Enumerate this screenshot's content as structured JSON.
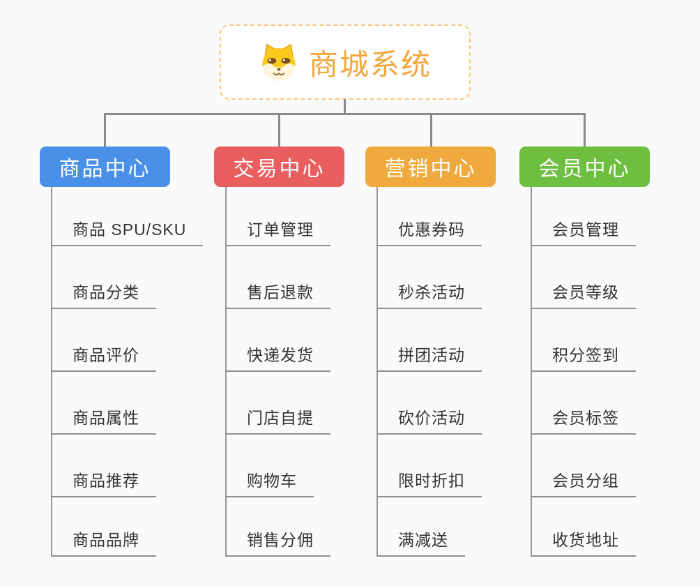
{
  "root": {
    "title": "商城系统",
    "icon": "shiba-dog-icon",
    "title_color": "#F2A73E",
    "border_color": "#F6C77E"
  },
  "branches": [
    {
      "label": "商品中心",
      "color": "#4A90E8",
      "items": [
        "商品 SPU/SKU",
        "商品分类",
        "商品评价",
        "商品属性",
        "商品推荐",
        "商品品牌"
      ]
    },
    {
      "label": "交易中心",
      "color": "#E95F5F",
      "items": [
        "订单管理",
        "售后退款",
        "快递发货",
        "门店自提",
        "购物车",
        "销售分佣"
      ]
    },
    {
      "label": "营销中心",
      "color": "#EFA93C",
      "items": [
        "优惠券码",
        "秒杀活动",
        "拼团活动",
        "砍价活动",
        "限时折扣",
        "满减送"
      ]
    },
    {
      "label": "会员中心",
      "color": "#6EBF41",
      "items": [
        "会员管理",
        "会员等级",
        "积分签到",
        "会员标签",
        "会员分组",
        "收货地址"
      ]
    }
  ],
  "connector_color": "#8A8A8A"
}
